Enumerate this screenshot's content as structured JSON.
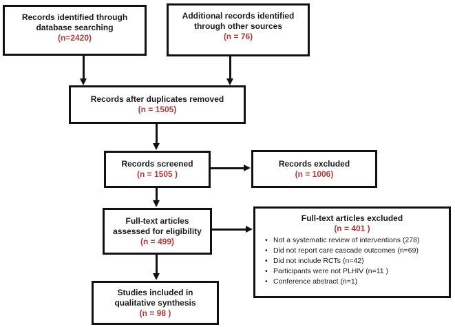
{
  "colors": {
    "accent_red": "#b03a3a",
    "text": "#1a1a1a",
    "border": "#111111",
    "background": "#ffffff"
  },
  "flowchart": {
    "identified": {
      "line1": "Records identified through",
      "line2": "database searching",
      "count": "(n=2420)"
    },
    "additional": {
      "line1": "Additional records identified",
      "line2": "through other sources",
      "count": "(n = 76)"
    },
    "duplicates_removed": {
      "line1": "Records after duplicates removed",
      "count": "(n = 1505)"
    },
    "screened": {
      "line1": "Records screened",
      "count": "(n = 1505 )"
    },
    "records_excluded": {
      "line1": "Records excluded",
      "count": "(n = 1006)"
    },
    "fulltext_assessed": {
      "line1": "Full-text articles",
      "line2": "assessed for eligibility",
      "count": "(n = 499)"
    },
    "fulltext_excluded": {
      "title": "Full-text articles excluded",
      "count": "(n = 401 )",
      "reasons": [
        "Not a systematic review of interventions (278)",
        "Did not report care cascade outcomes (n=69)",
        "Did not include RCTs (n=42)",
        "Participants were not PLHIV (n=11 )",
        "Conference abstract (n=1)"
      ]
    },
    "included": {
      "line1": "Studies included in",
      "line2": "qualitative synthesis",
      "count": "(n = 98 )"
    }
  }
}
